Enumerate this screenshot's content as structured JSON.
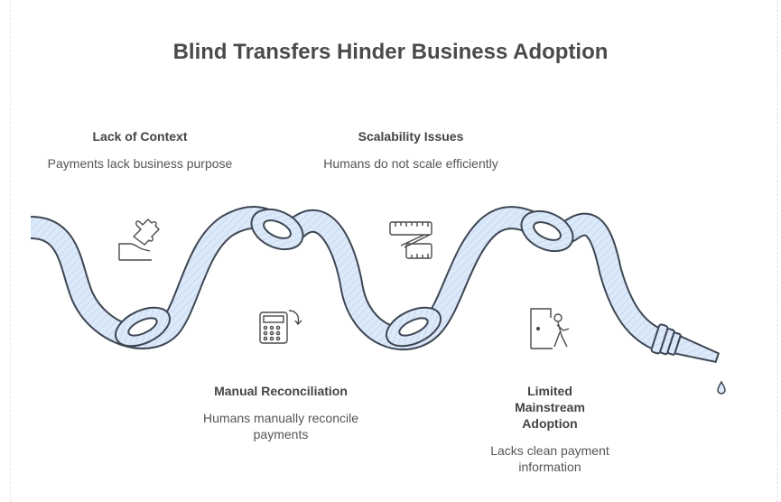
{
  "title": "Blind Transfers Hinder Business Adoption",
  "items": [
    {
      "heading": "Lack of Context",
      "description": "Payments lack business purpose",
      "icon": "puzzle-hand-icon"
    },
    {
      "heading": "Scalability Issues",
      "description": "Humans do not scale efficiently",
      "icon": "measuring-tape-icon"
    },
    {
      "heading": "Manual Reconciliation",
      "description": "Humans manually reconcile payments",
      "icon": "calculator-refresh-icon"
    },
    {
      "heading": "Limited Mainstream Adoption",
      "description": "Lacks clean payment information",
      "icon": "person-exit-door-icon"
    }
  ],
  "colors": {
    "hose_fill": "#dce9f9",
    "hose_stroke": "#3d4652",
    "text": "#444444"
  }
}
